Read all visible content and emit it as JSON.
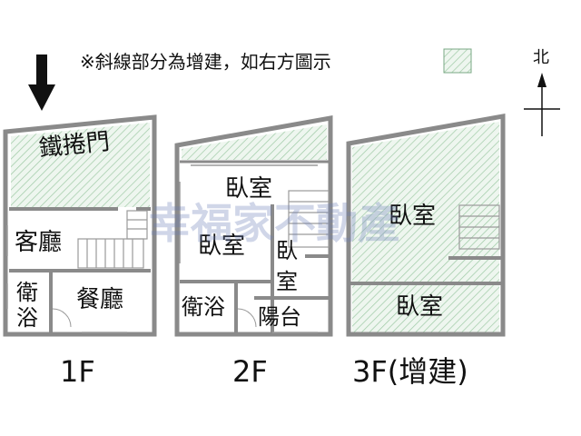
{
  "legend": {
    "note": "※斜線部分為增建，如右方圖示",
    "swatch_color": "#cfe6d2"
  },
  "compass": {
    "label": "北"
  },
  "watermark": "幸福家不動產",
  "entrance": {
    "label": "鐵捲門",
    "arrow_icon": "down-arrow-icon"
  },
  "floors": [
    {
      "label": "1F",
      "rooms": {
        "living": "客廳",
        "dining": "餐廳",
        "bath": "衛浴"
      }
    },
    {
      "label": "2F",
      "rooms": {
        "bed_top": "臥室",
        "bed_left": "臥室",
        "bed_right": "臥\n室",
        "bath": "衛浴",
        "balcony": "陽台"
      }
    },
    {
      "label": "3F(增建)",
      "rooms": {
        "bed_top": "臥室",
        "bed_bottom": "臥室"
      }
    }
  ],
  "colors": {
    "wall": "#8a8a8a",
    "hatch_bg": "#eef6ef",
    "hatch_line": "#9fcaa6",
    "watermark": "#6c7fb8"
  }
}
